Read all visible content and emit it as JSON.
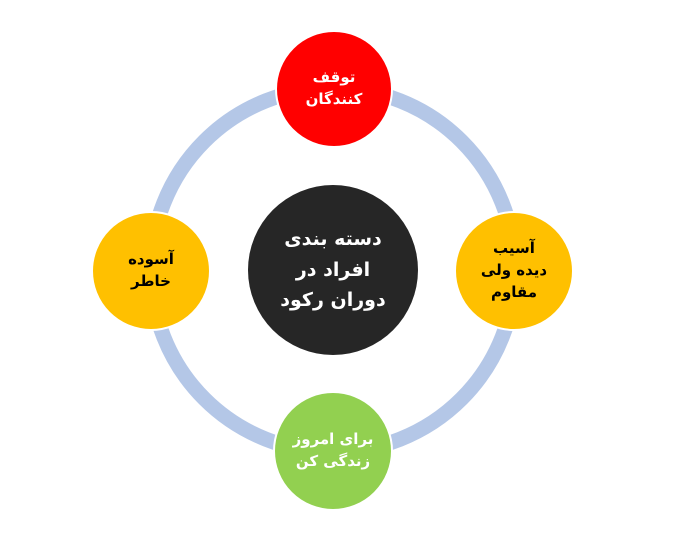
{
  "diagram": {
    "type": "cycle",
    "colors": {
      "ring": "#B4C7E7",
      "background": "#FFFFFF"
    },
    "center": {
      "label": "دسته بندی\nافراد در\nدوران رکود",
      "fill": "#262626",
      "text_color": "#FFFFFF"
    },
    "nodes": [
      {
        "position": "top",
        "label": "توقف\nکنندگان",
        "fill": "#FF0000",
        "text_color": "#FFFFFF"
      },
      {
        "position": "right",
        "label": "آسیب\nدیده ولی\nمقاوم",
        "fill": "#FFC000",
        "text_color": "#000000"
      },
      {
        "position": "bottom",
        "label": "برای امروز\nزندگی کن",
        "fill": "#92D050",
        "text_color": "#FFFFFF"
      },
      {
        "position": "left",
        "label": "آسوده\nخاطر",
        "fill": "#FFC000",
        "text_color": "#000000"
      }
    ]
  }
}
